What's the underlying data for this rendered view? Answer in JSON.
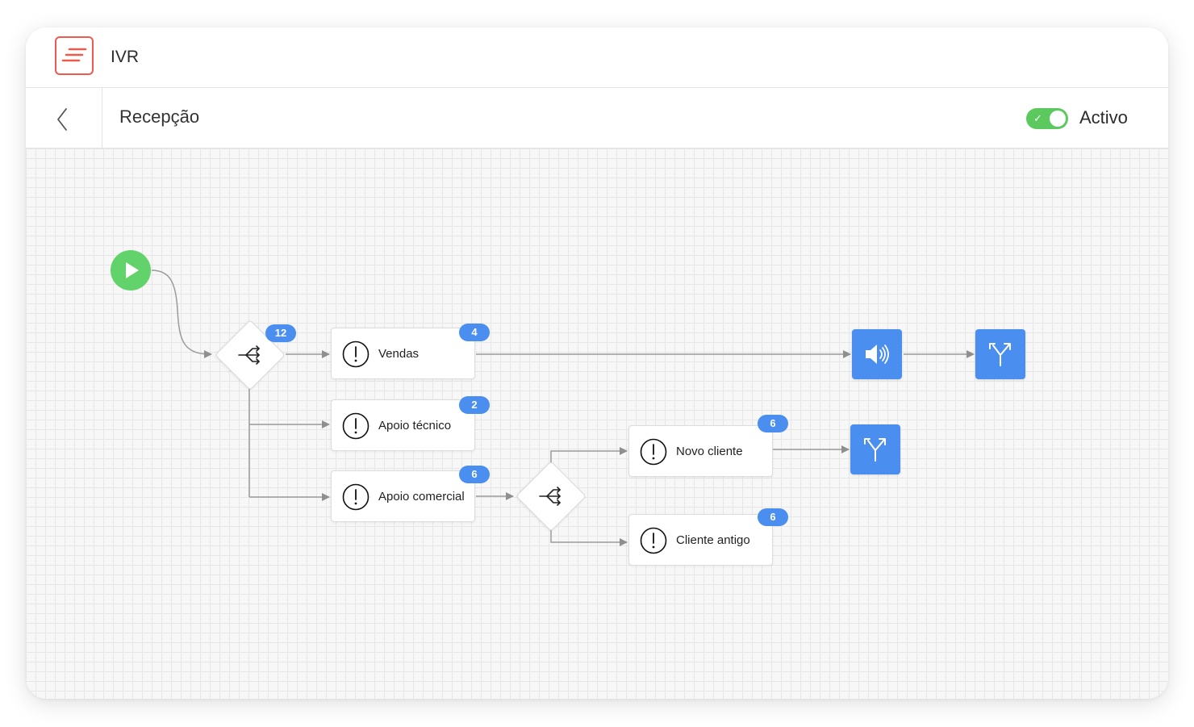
{
  "app": {
    "title": "IVR"
  },
  "header": {
    "page_title": "Recepção",
    "status_label": "Activo",
    "status_active": true
  },
  "colors": {
    "accent": "#4a8ef0",
    "start": "#62d36a",
    "toggle_on": "#5cc95f",
    "logo": "#ef5a4f"
  },
  "flow": {
    "start": {
      "icon": "play-icon"
    },
    "menu_main": {
      "icon": "branch-split-icon",
      "badge": "12"
    },
    "options": [
      {
        "label": "Vendas",
        "badge": "4",
        "icon": "alert-circle-icon"
      },
      {
        "label": "Apoio técnico",
        "badge": "2",
        "icon": "alert-circle-icon"
      },
      {
        "label": "Apoio comercial",
        "badge": "6",
        "icon": "alert-circle-icon"
      },
      {
        "label": "Novo cliente",
        "badge": "6",
        "icon": "alert-circle-icon"
      },
      {
        "label": "Cliente antigo",
        "badge": "6",
        "icon": "alert-circle-icon"
      }
    ],
    "menu_sub": {
      "icon": "branch-split-icon"
    },
    "actions": [
      {
        "icon": "speaker-icon"
      },
      {
        "icon": "route-icon"
      },
      {
        "icon": "route-icon"
      }
    ]
  }
}
